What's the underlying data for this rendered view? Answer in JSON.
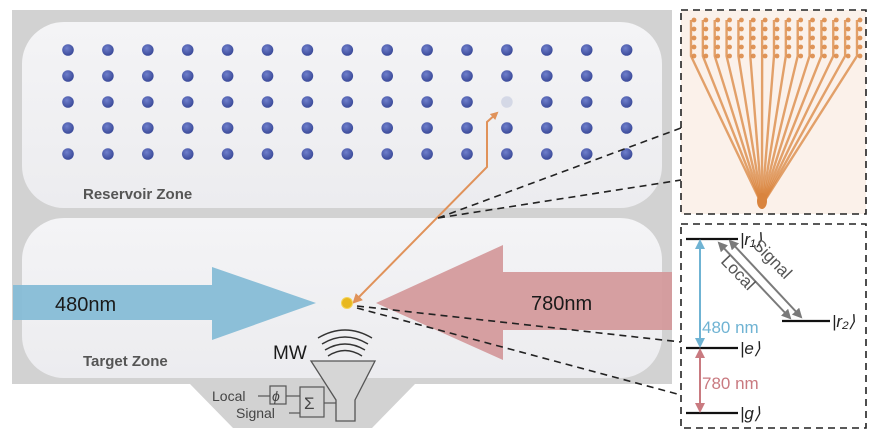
{
  "zones": {
    "reservoir": {
      "label": "Reservoir Zone",
      "array_rows": 5,
      "array_cols": 15,
      "empty_site": {
        "row": 3,
        "col": 12
      }
    },
    "target": {
      "label": "Target Zone"
    }
  },
  "beams": {
    "blue": {
      "label": "480nm",
      "color": "#86bcd6"
    },
    "red": {
      "label": "780nm",
      "color": "#d49a9c"
    }
  },
  "microwave": {
    "label": "MW"
  },
  "circuit": {
    "local_label": "Local",
    "signal_label": "Signal",
    "phase_symbol": "ϕ",
    "sum_symbol": "Σ"
  },
  "energy_diagram": {
    "levels": {
      "r1": "|r₁⟩",
      "r2": "|r₂⟩",
      "e": "|e⟩",
      "g": "|g⟩"
    },
    "transitions": {
      "blue": {
        "label": "480 nm",
        "color": "#6fb3d3"
      },
      "red": {
        "label": "780 nm",
        "color": "#c97a80"
      },
      "local": {
        "label": "Local",
        "color": "#7a7a7a"
      },
      "signal": {
        "label": "Signal",
        "color": "#7a7a7a"
      }
    }
  },
  "colors": {
    "atom": "#4a5aa8",
    "atom_empty": "#d4d8e6",
    "target_atom": "#e8b820",
    "transport_path": "#e0925a",
    "fan_image": "#d9843e",
    "panel_bg": "#d2d2d2",
    "zone_bg": "#f1f1f3"
  }
}
